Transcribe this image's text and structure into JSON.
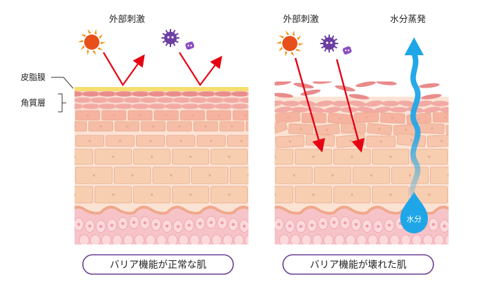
{
  "labels": {
    "external_stimulus_left": "外部刺激",
    "external_stimulus_right": "外部刺激",
    "water_evaporation": "水分蒸発",
    "sebum_membrane": "皮脂膜",
    "stratum_corneum": "角質層",
    "water_drop": "水分"
  },
  "captions": {
    "healthy": "バリア機能が正常な肌",
    "damaged": "バリア機能が壊れた肌"
  },
  "colors": {
    "sebum": "#f7dd6e",
    "corneum_dark": "#e98c8c",
    "corneum_light": "#f2aaa4",
    "cell_peach": "#f7cfb0",
    "cell_outline": "#e9a98d",
    "mortar": "#f3b9a6",
    "basal": "#f6c4c8",
    "arrow": "#e60012",
    "water": "#1fa6e8",
    "caption_border": "#6a3d8f",
    "sun": "#f08c00",
    "germ": "#6c3ea1"
  },
  "icons": [
    "sun-icon",
    "germ-icon",
    "water-drop-icon",
    "arrow-icon"
  ]
}
